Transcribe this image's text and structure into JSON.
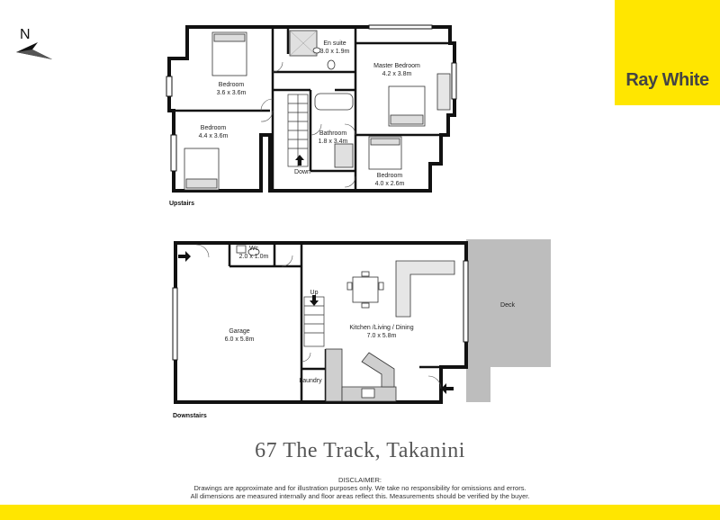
{
  "brand": {
    "name": "Ray White",
    "color": "#ffe600"
  },
  "compass": {
    "label": "N"
  },
  "upstairs": {
    "caption": "Upstairs",
    "rooms": {
      "bedroom1": {
        "name": "Bedroom",
        "size": "3.6 x 3.6m"
      },
      "ensuite": {
        "name": "En suite",
        "size": "3.0 x 1.9m"
      },
      "master": {
        "name": "Master Bedroom",
        "size": "4.2 x 3.8m"
      },
      "bedroom2": {
        "name": "Bedroom",
        "size": "4.4 x 3.6m"
      },
      "bathroom": {
        "name": "Bathroom",
        "size": "1.8 x 3.4m"
      },
      "bedroom3": {
        "name": "Bedroom",
        "size": "4.0 x 2.6m"
      }
    },
    "stairs_label": "Down"
  },
  "downstairs": {
    "caption": "Downstairs",
    "rooms": {
      "wc": {
        "name": "Wc",
        "size": "2.0 x 1.0m"
      },
      "garage": {
        "name": "Garage",
        "size": "6.0 x 5.8m"
      },
      "kitchen": {
        "name": "Kitchen /Living / Dining",
        "size": "7.0 x 5.8m"
      },
      "laundry": {
        "name": "Laundry"
      },
      "deck": {
        "name": "Deck"
      }
    },
    "stairs_label": "Up"
  },
  "address": "67 The Track, Takanini",
  "disclaimer": {
    "title": "DISCLAIMER:",
    "line1": "Drawings are approximate and for illustration purposes only. We take no responsibility for omissions and errors.",
    "line2": "All dimensions are measured internally and floor areas reflect this. Measurements should be verified by the buyer."
  }
}
